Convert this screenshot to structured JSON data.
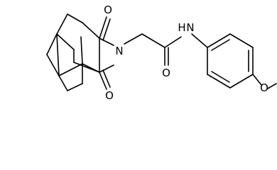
{
  "atoms": {
    "imide_oxygen_top": "O",
    "imide_nitrogen": "N",
    "imide_oxygen_bottom": "O",
    "amide_oxygen": "O",
    "amide_nitrogen_h": "H",
    "amide_nitrogen": "N",
    "methoxy_oxygen": "O"
  }
}
